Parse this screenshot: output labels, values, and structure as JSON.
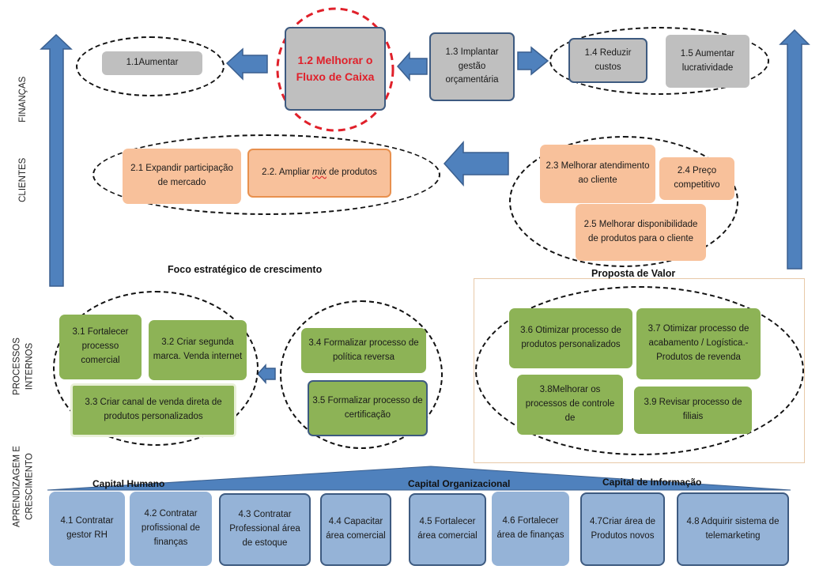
{
  "perspectives": {
    "financas": "FINANÇAS",
    "clientes": "CLIENTES",
    "processos_l1": "PROCESSOS",
    "processos_l2": "INTERNOS",
    "aprendizagem_l1": "APRENDIZAGEM E",
    "aprendizagem_l2": "CRESCIMENTO"
  },
  "headings": {
    "foco": "Foco estratégico de crescimento",
    "proposta": "Proposta de Valor",
    "capital_humano": "Capital Humano",
    "capital_organizacional": "Capital Organizacional",
    "capital_informacao": "Capital de Informação"
  },
  "financas": {
    "o1_1": "1.1Aumentar",
    "o1_2": "1.2 Melhorar o Fluxo de Caixa",
    "o1_3": "1.3 Implantar gestão orçamentária",
    "o1_4": "1.4 Reduzir custos",
    "o1_5": "1.5 Aumentar lucratividade"
  },
  "clientes": {
    "o2_1": "2.1 Expandir participação de mercado",
    "o2_2_pre": "2.2. Ampliar ",
    "o2_2_em": "mix",
    "o2_2_post": " de produtos",
    "o2_3": "2.3 Melhorar atendimento ao cliente",
    "o2_4": "2.4  Preço competitivo",
    "o2_5": "2.5 Melhorar disponibilidade de produtos para o cliente"
  },
  "processos": {
    "o3_1": "3.1 Fortalecer processo comercial",
    "o3_2": "3.2 Criar segunda marca. Venda internet",
    "o3_3": "3.3 Criar canal de venda direta de produtos personalizados",
    "o3_4": "3.4 Formalizar processo de política reversa",
    "o3_5": "3.5 Formalizar processo de certificação",
    "o3_6": "3.6 Otimizar processo de produtos personalizados",
    "o3_7": "3.7 Otimizar processo de acabamento / Logística.- Produtos de revenda",
    "o3_8": "3.8Melhorar os processos de controle de",
    "o3_9": "3.9 Revisar processo de filiais"
  },
  "aprendizagem": {
    "o4_1": "4.1 Contratar gestor RH",
    "o4_2": "4.2 Contratar profissional de finanças",
    "o4_3": "4.3 Contratar Professional área de estoque",
    "o4_4": "4.4 Capacitar área comercial",
    "o4_5": "4.5 Fortalecer área comercial",
    "o4_6": "4.6 Fortalecer área de finanças",
    "o4_7": "4.7Criar área de Produtos novos",
    "o4_8": "4.8 Adquirir sistema de telemarketing"
  },
  "colors": {
    "arrow_fill": "#4f81bd",
    "arrow_stroke": "#3a5f8f",
    "gray": "#bfbfbf",
    "orange": "#f8c19b",
    "green": "#8db356",
    "blue": "#95b3d7",
    "highlight_red": "#e0202a"
  }
}
